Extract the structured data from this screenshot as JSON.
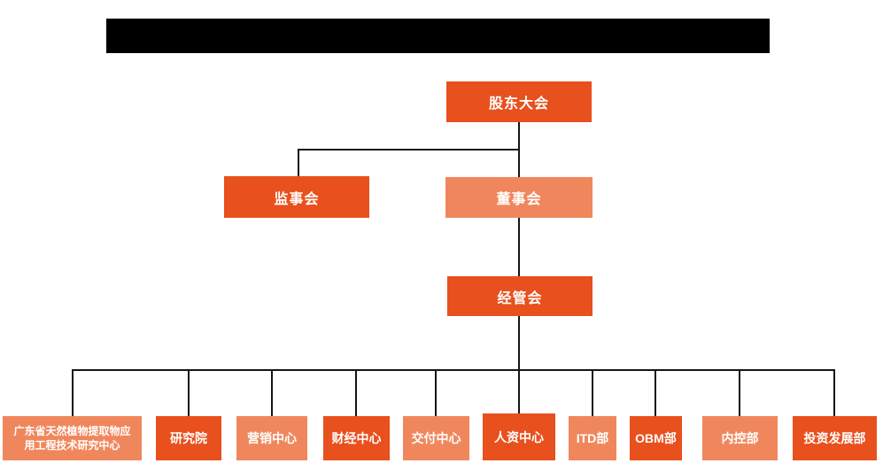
{
  "title_bar": {
    "redacted": true
  },
  "colors": {
    "primary_orange": "#E8501E",
    "light_orange": "#F0875C",
    "connector_line": "#151515",
    "box_text": "#FFFFFF",
    "background": "#FFFFFF",
    "redacted_bar": "#000000"
  },
  "org": {
    "root": {
      "label": "股东大会"
    },
    "supervisory": {
      "label": "监事会"
    },
    "board": {
      "label": "董事会"
    },
    "management": {
      "label": "经管会"
    },
    "departments": [
      {
        "label": "广东省天然植物提取物应用工程技术研究中心",
        "label_lines": [
          "广东省天然植物提取物应",
          "用工程技术研究中心"
        ]
      },
      {
        "label": "研究院"
      },
      {
        "label": "营销中心"
      },
      {
        "label": "财经中心"
      },
      {
        "label": "交付中心"
      },
      {
        "label": "人资中心"
      },
      {
        "label": "ITD部"
      },
      {
        "label": "OBM部"
      },
      {
        "label": "内控部"
      },
      {
        "label": "投资发展部"
      }
    ]
  }
}
